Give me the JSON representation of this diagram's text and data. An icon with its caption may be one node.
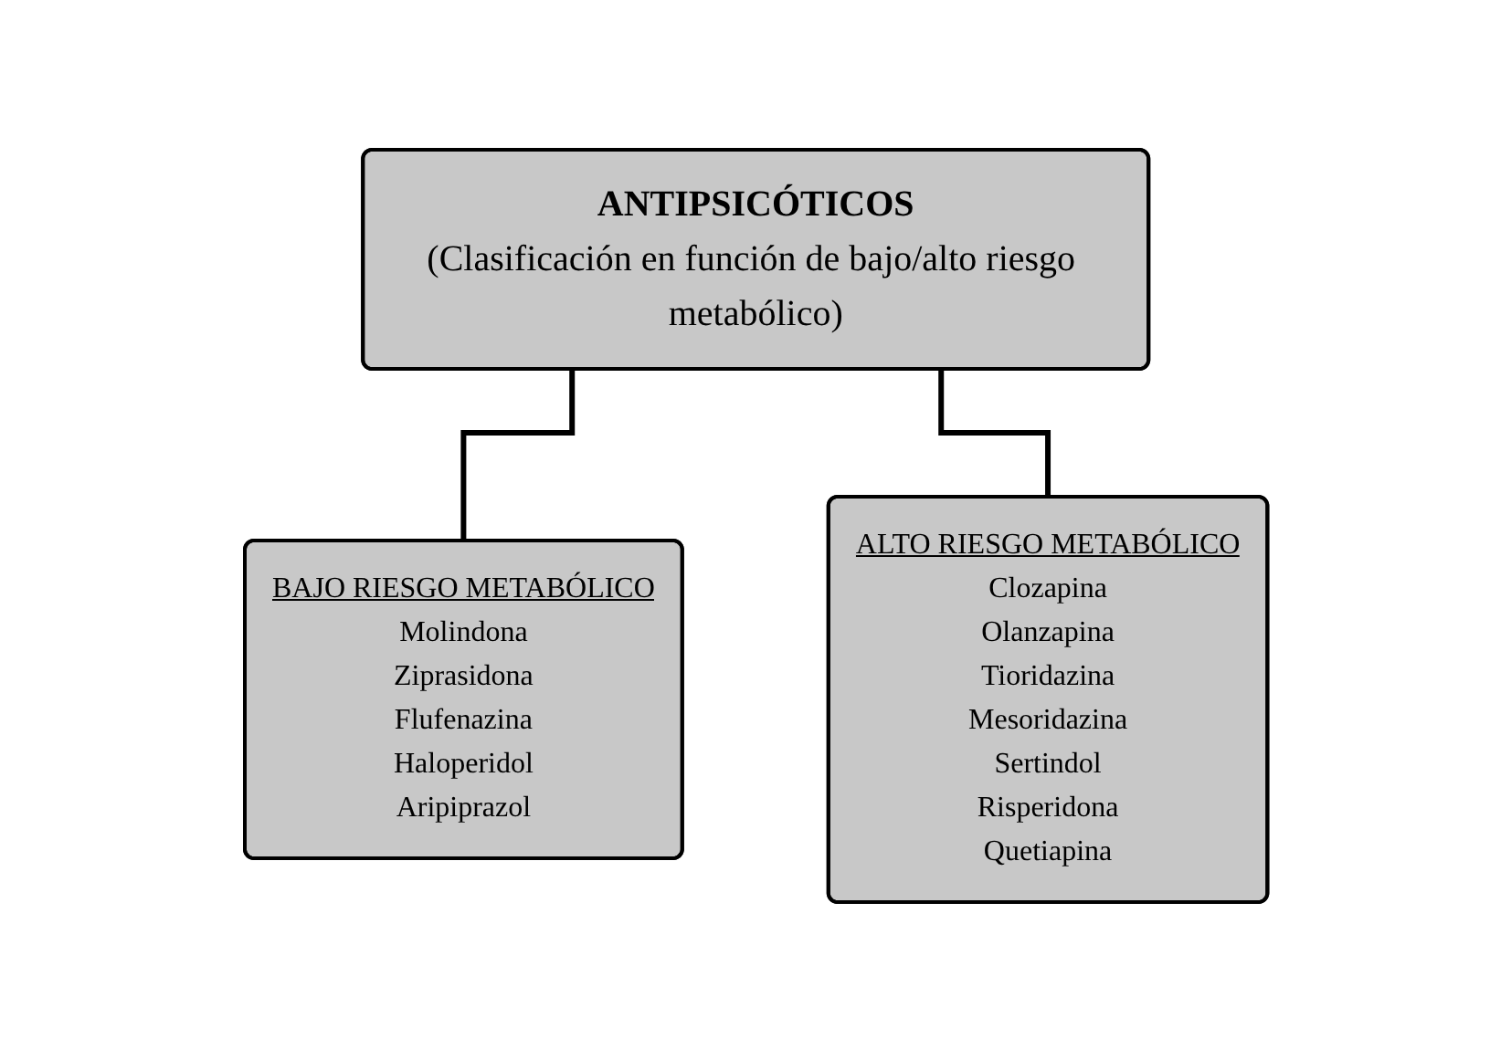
{
  "diagram": {
    "nodes": [
      {
        "text": [
          "ANTIPSICÓTICOS",
          "(Clasificación en función de bajo/alto riesgo metabólico)"
        ]
      },
      {
        "text": [
          "BAJO RIESGO METABÓLICO",
          "Molindona",
          "Ziprasidona",
          "Flufenazina",
          "Haloperidol",
          "Aripiprazol"
        ]
      },
      {
        "text": [
          "ALTO RIESGO METABÓLICO",
          "Clozapina",
          "Olanzapina",
          "Tioridazina",
          "Mesoridazina",
          "Sertindol",
          "Risperidona",
          "Quetiapina"
        ]
      }
    ],
    "edges": [
      {
        "from": 0,
        "to": 1,
        "arrow": "none"
      },
      {
        "from": 0,
        "to": 2,
        "arrow": "none"
      }
    ]
  }
}
